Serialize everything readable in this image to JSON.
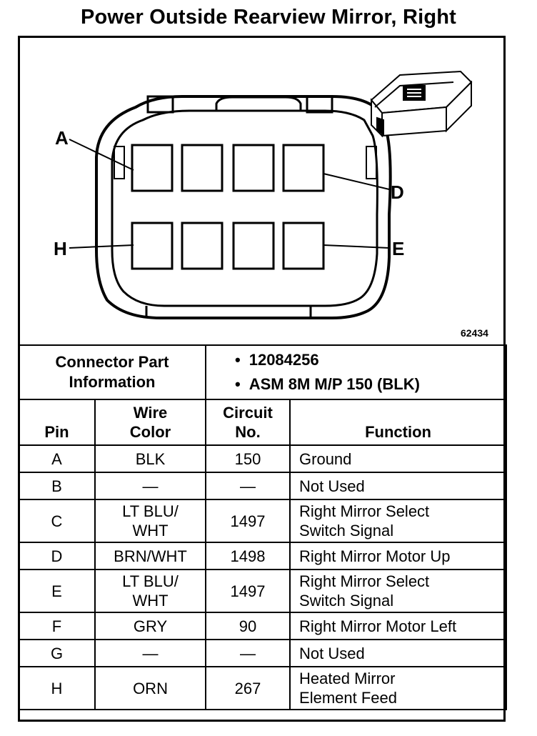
{
  "title": "Power Outside Rearview Mirror, Right",
  "figure_number": "62434",
  "pin_labels": {
    "A": "A",
    "D": "D",
    "H": "H",
    "E": "E"
  },
  "connector_info": {
    "label_line1": "Connector Part",
    "label_line2": "Information",
    "values": [
      "12084256",
      "ASM 8M M/P 150 (BLK)"
    ]
  },
  "columns": {
    "pin": "Pin",
    "wire_color_line1": "Wire",
    "wire_color_line2": "Color",
    "circuit_line1": "Circuit",
    "circuit_line2": "No.",
    "function": "Function"
  },
  "rows": [
    {
      "pin": "A",
      "wire": [
        "BLK"
      ],
      "circuit": "150",
      "function": [
        "Ground"
      ]
    },
    {
      "pin": "B",
      "wire": [
        "—"
      ],
      "circuit": "—",
      "function": [
        "Not Used"
      ]
    },
    {
      "pin": "C",
      "wire": [
        "LT BLU/",
        "WHT"
      ],
      "circuit": "1497",
      "function": [
        "Right Mirror Select",
        "Switch Signal"
      ]
    },
    {
      "pin": "D",
      "wire": [
        "BRN/WHT"
      ],
      "circuit": "1498",
      "function": [
        "Right Mirror Motor Up"
      ]
    },
    {
      "pin": "E",
      "wire": [
        "LT BLU/",
        "WHT"
      ],
      "circuit": "1497",
      "function": [
        "Right Mirror Select",
        "Switch Signal"
      ]
    },
    {
      "pin": "F",
      "wire": [
        "GRY"
      ],
      "circuit": "90",
      "function": [
        "Right Mirror Motor Left"
      ]
    },
    {
      "pin": "G",
      "wire": [
        "—"
      ],
      "circuit": "—",
      "function": [
        "Not Used"
      ]
    },
    {
      "pin": "H",
      "wire": [
        "ORN"
      ],
      "circuit": "267",
      "function": [
        "Heated Mirror",
        "Element Feed"
      ]
    }
  ]
}
